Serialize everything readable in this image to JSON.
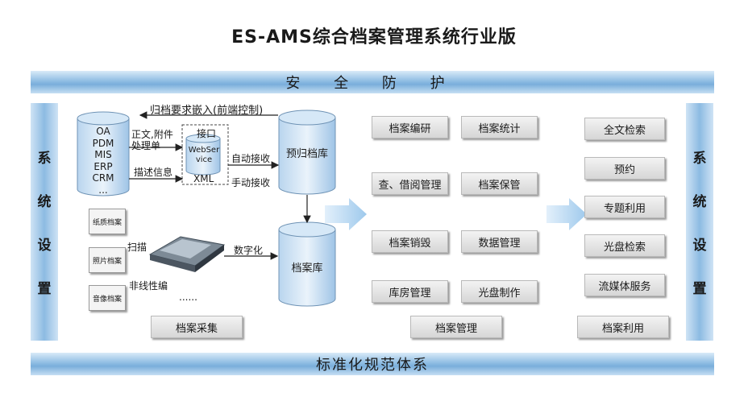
{
  "title": "ES-AMS综合档案管理系统行业版",
  "bands": {
    "top": "安 全 防 护",
    "bottom": "标准化规范体系"
  },
  "side": {
    "left": [
      "系",
      "统",
      "设",
      "置"
    ],
    "right": [
      "系",
      "统",
      "设",
      "置"
    ]
  },
  "sources": {
    "lines": [
      "OA",
      "PDM",
      "MIS",
      "ERP",
      "CRM",
      "..."
    ]
  },
  "interface_box": {
    "title": "接口",
    "cyl": "WebService",
    "xml": "XML"
  },
  "labels": {
    "front_control": "归档要求嵌入(前端控制)",
    "body_attach_1": "正文,附件",
    "body_attach_2": "处理单",
    "describe_info": "描述信息",
    "auto_receive": "自动接收",
    "manual_receive": "手动接收",
    "scan": "扫描",
    "digitize": "数字化",
    "nonlinear": "非线性编",
    "dots": "......"
  },
  "docs": [
    "纸质档案",
    "照片档案",
    "音像档案"
  ],
  "db": {
    "pre": "预归档库",
    "main": "档案库"
  },
  "section_titles": {
    "collect": "档案采集",
    "manage": "档案管理",
    "use": "档案利用"
  },
  "manage_boxes": [
    "档案编研",
    "档案统计",
    "查、借阅管理",
    "档案保管",
    "档案销毁",
    "数据管理",
    "库房管理",
    "光盘制作"
  ],
  "use_boxes": [
    "全文检索",
    "预约",
    "专题利用",
    "光盘检索",
    "流媒体服务"
  ],
  "colors": {
    "band": "#8fbde3",
    "panel": "#e6f1fa",
    "arrow": "#a9d0ef",
    "box": "#e0e0e0"
  }
}
